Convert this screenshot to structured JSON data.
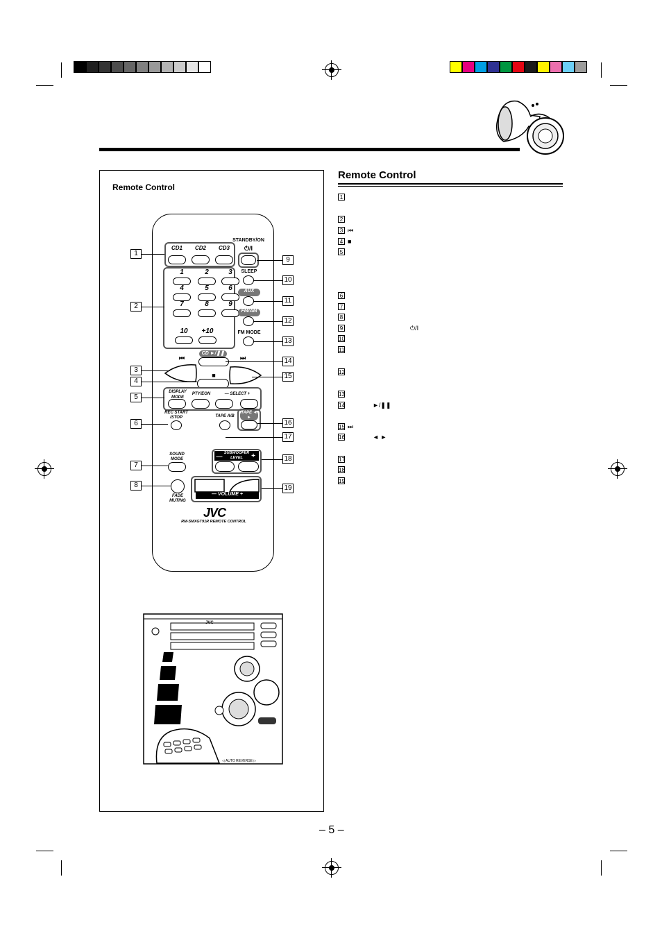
{
  "page": {
    "number": "– 5 –"
  },
  "left_panel": {
    "heading": "Remote Control"
  },
  "right_panel": {
    "heading": "Remote Control"
  },
  "right_list": [
    {
      "num": "1",
      "sym": ""
    },
    {
      "num": "2",
      "sym": ""
    },
    {
      "num": "3",
      "sym": "⏮"
    },
    {
      "num": "4",
      "sym": "■"
    },
    {
      "num": "5",
      "sym": ""
    },
    {
      "num": "6",
      "sym": ""
    },
    {
      "num": "7",
      "sym": ""
    },
    {
      "num": "8",
      "sym": ""
    },
    {
      "num": "9",
      "sym": "⏻/I"
    },
    {
      "num": "10",
      "sym": ""
    },
    {
      "num": "11",
      "sym": ""
    },
    {
      "num": "12",
      "sym": ""
    },
    {
      "num": "13",
      "sym": ""
    },
    {
      "num": "14",
      "sym": "►/❚❚"
    },
    {
      "num": "15",
      "sym": "⏭"
    },
    {
      "num": "16",
      "sym": "◄ ►"
    },
    {
      "num": "17",
      "sym": ""
    },
    {
      "num": "18",
      "sym": ""
    },
    {
      "num": "19",
      "sym": ""
    }
  ],
  "callouts": [
    "1",
    "2",
    "3",
    "4",
    "5",
    "6",
    "7",
    "8",
    "9",
    "10",
    "11",
    "12",
    "13",
    "14",
    "15",
    "16",
    "17",
    "18",
    "19"
  ],
  "remote": {
    "cd1": "CD1",
    "cd2": "CD2",
    "cd3": "CD3",
    "standby": "STANDBY/ON",
    "standby_sym": "⏻/I",
    "digits": [
      "1",
      "2",
      "3",
      "4",
      "5",
      "6",
      "7",
      "8",
      "9",
      "10",
      "+10"
    ],
    "sleep": "SLEEP",
    "aux": "AUX",
    "fmam": "FM/AM",
    "fm_mode": "FM MODE",
    "cd_play": "CD ►/❚❚",
    "prev": "⏮",
    "next": "⏭",
    "stop": "■",
    "display_mode": "DISPLAY MODE",
    "pty_eon": "PTY/EON",
    "select": "— SELECT +",
    "rec": "REC START /STOP",
    "tape_ab": "TAPE A/B",
    "tape": "TAPE ◄ ►",
    "sub_level": "SUBWOOFER LEVEL",
    "sub_minus": "—",
    "sub_plus": "+",
    "sound_mode": "SOUND MODE",
    "fade": "FADE MUTING",
    "volume": "— VOLUME +",
    "brand": "JVC",
    "model": "RM-SMXGT91R REMOTE CONTROL"
  },
  "unit_illustration": {
    "brand": "JVC",
    "auto_reverse": "◁ AUTO REVERSE ▷"
  },
  "colors": {
    "ink": "#000000",
    "gray": "#777777"
  },
  "color_bar": [
    "#ffff00",
    "#e6007e",
    "#009fe3",
    "#2e3192",
    "#009640",
    "#e30613",
    "#1a1a1a",
    "#fff200",
    "#ec6fad",
    "#6ccff6",
    "#9d9d9c"
  ],
  "gray_bar": [
    "#000000",
    "#1f1f1f",
    "#333333",
    "#4d4d4d",
    "#666666",
    "#808080",
    "#999999",
    "#b3b3b3",
    "#cccccc",
    "#e6e6e6",
    "#ffffff"
  ]
}
